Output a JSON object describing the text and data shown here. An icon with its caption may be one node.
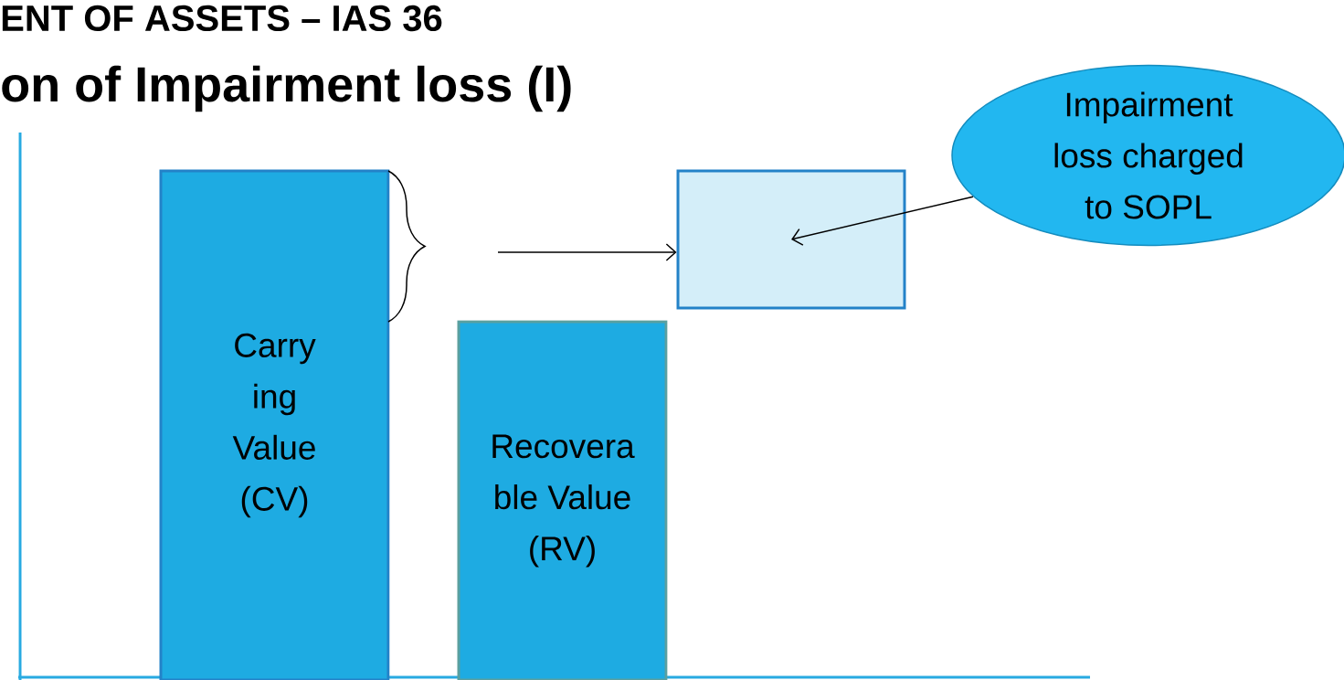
{
  "diagram": {
    "title": "on of Impairment loss (I)",
    "nodes": [
      {
        "text": [
          "Carry ing Value (CV)"
        ]
      },
      {
        "text": [
          "Recovera ble Value (RV)"
        ]
      },
      {
        "text": [],
        "shape": "box"
      },
      {
        "text": [
          "Impairment loss charged to SOPL"
        ]
      }
    ],
    "edges": [
      {
        "from": 3,
        "to": 2,
        "arrow": "to"
      },
      {
        "from": null,
        "to": 2,
        "arrow": "to"
      }
    ],
    "labels": [
      "ENT OF ASSETS – IAS 36"
    ]
  }
}
